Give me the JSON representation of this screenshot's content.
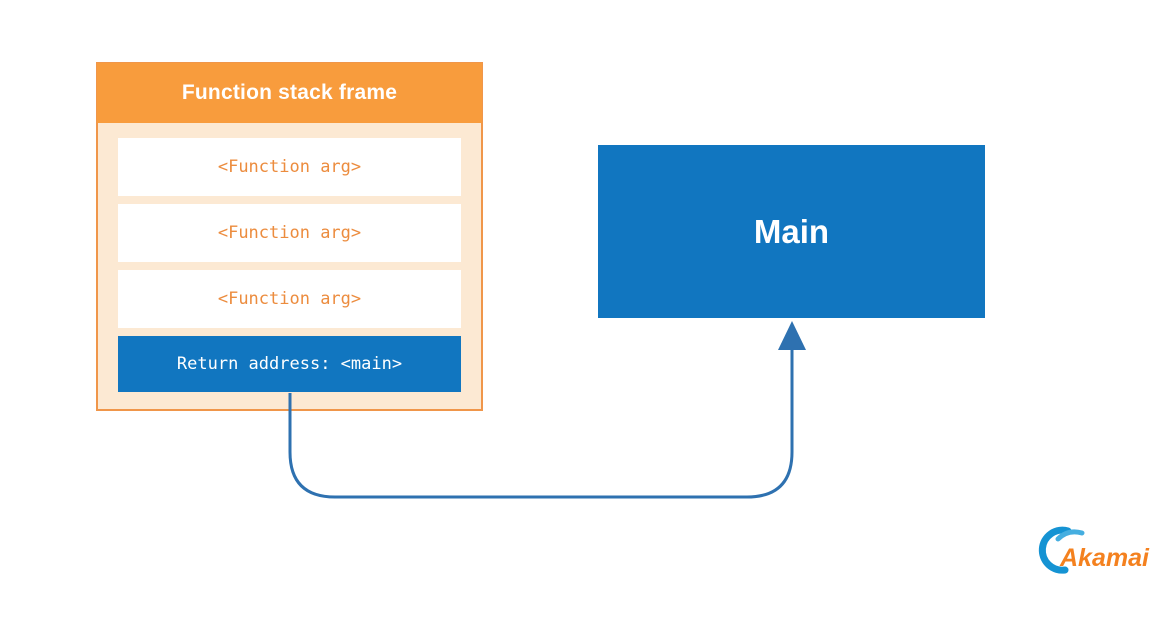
{
  "stack_frame": {
    "title": "Function stack frame",
    "args": [
      "<Function arg>",
      "<Function arg>",
      "<Function arg>"
    ],
    "return_address": "Return address: <main>"
  },
  "main_box": {
    "label": "Main"
  },
  "logo": {
    "brand": "Akamai"
  },
  "colors": {
    "header_orange": "#F89C3D",
    "frame_border_orange": "#F0964A",
    "frame_body_peach": "#FCE9D3",
    "arg_text_orange": "#EC8C3E",
    "box_blue": "#1176C0",
    "arrow_blue": "#2E71B0",
    "logo_orange": "#F4811F",
    "logo_blue": "#1593D3",
    "logo_blue_light": "#45AEE0",
    "text_white": "#FFFFFF"
  }
}
